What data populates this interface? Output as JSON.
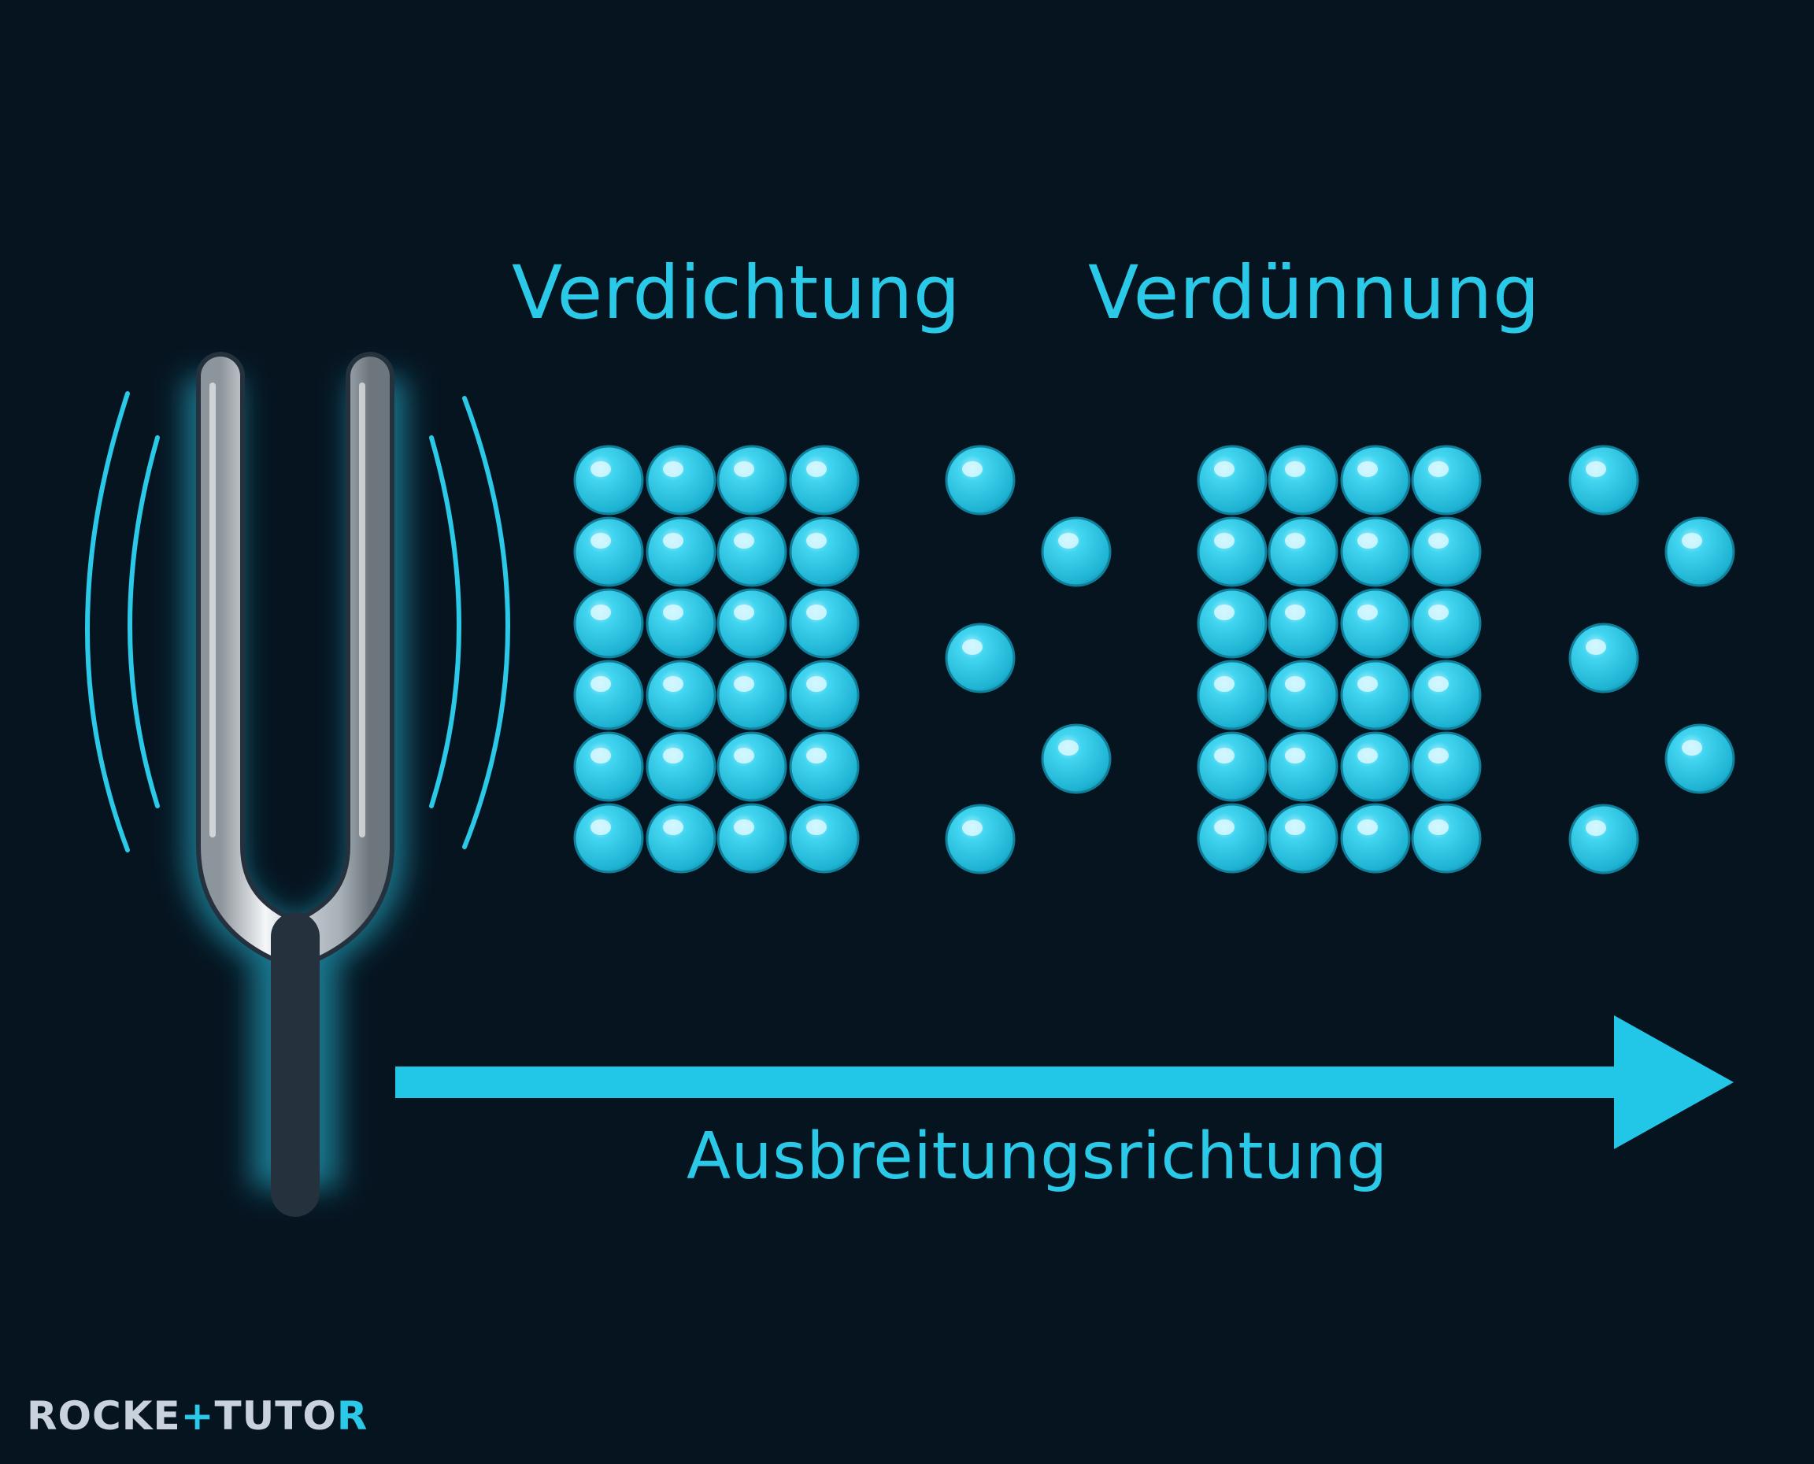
{
  "labels": {
    "compression": "Verdichtung",
    "rarefaction": "Verdünnung",
    "direction": "Ausbreitungsrichtung"
  },
  "logo": {
    "part1": "ROCKE",
    "mark": "+",
    "part2": "TUTO",
    "tail": "R"
  },
  "colors": {
    "background": "#061420",
    "accent": "#2bc9e8",
    "particle": "#2bc9e8",
    "fork": "#c0c6cc"
  },
  "diagram": {
    "dense_grid": {
      "rows": 6,
      "columns": 4
    },
    "sparse_group_particles": 5
  }
}
